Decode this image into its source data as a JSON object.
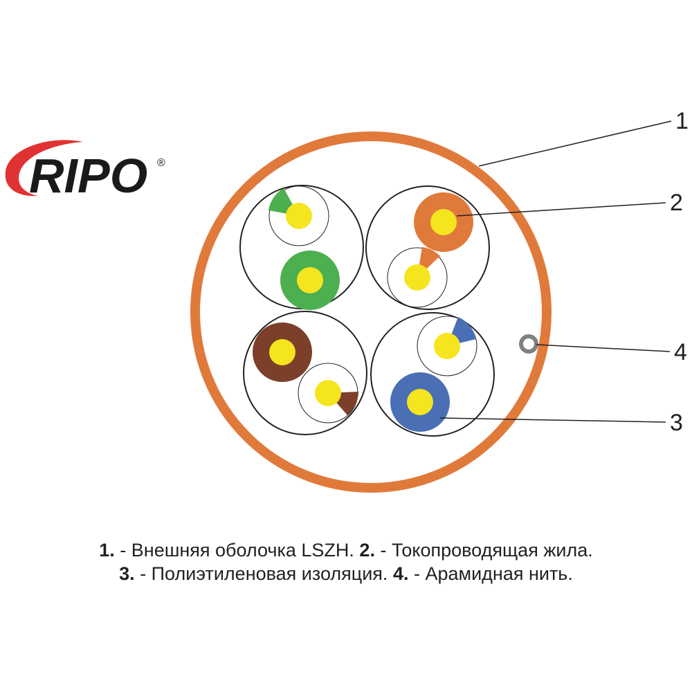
{
  "logo": {
    "text": "RIPO",
    "registered_mark": "®",
    "colors": {
      "swoosh": "#e03232",
      "text": "#1a1a1a"
    }
  },
  "diagram": {
    "colors": {
      "jacket": "#e07a3b",
      "conductor": "#f5e51f",
      "orange": "#e07a3b",
      "green": "#4caf50",
      "brown": "#7b3f2a",
      "blue": "#4a6fb5",
      "aramid": "#808080",
      "outline": "#231f20"
    },
    "pairs": [
      {
        "solid_color": "green",
        "stripe_color": "green"
      },
      {
        "solid_color": "orange",
        "stripe_color": "orange"
      },
      {
        "solid_color": "brown",
        "stripe_color": "brown"
      },
      {
        "solid_color": "blue",
        "stripe_color": "blue"
      }
    ],
    "callouts": [
      {
        "number": "1",
        "target": "outer-jacket"
      },
      {
        "number": "2",
        "target": "conductor"
      },
      {
        "number": "3",
        "target": "insulation"
      },
      {
        "number": "4",
        "target": "aramid-thread"
      }
    ]
  },
  "legend": {
    "line1": [
      {
        "num": "1.",
        "text": " - Внешняя оболочка LSZH. "
      },
      {
        "num": "2.",
        "text": " - Токопроводящая жила."
      }
    ],
    "line2": [
      {
        "num": "3.",
        "text": " - Полиэтиленовая изоляция. "
      },
      {
        "num": "4.",
        "text": " - Арамидная нить."
      }
    ]
  }
}
